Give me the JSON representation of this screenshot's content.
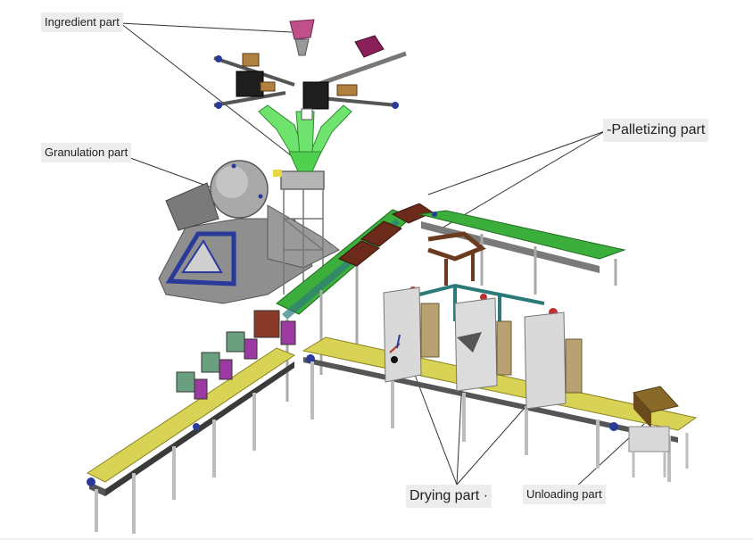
{
  "labels": {
    "ingredient": "Ingredient part",
    "granulation": "Granulation part",
    "palletizing": "-Palletizing part",
    "drying": "Drying part ·",
    "unloading": "Unloading part"
  },
  "colors": {
    "background": "#ffffff",
    "label_bg": "#ededed",
    "conveyor_yellow": "#d8d255",
    "belt_green": "#3cae3c",
    "hopper_green": "#6ee36e",
    "frame_grey": "#c8c8c8",
    "machine_grey": "#9a9a9a",
    "accent_magenta": "#b03a8a",
    "accent_brown": "#6b3a1f",
    "accent_blue": "#2a3a9a"
  }
}
